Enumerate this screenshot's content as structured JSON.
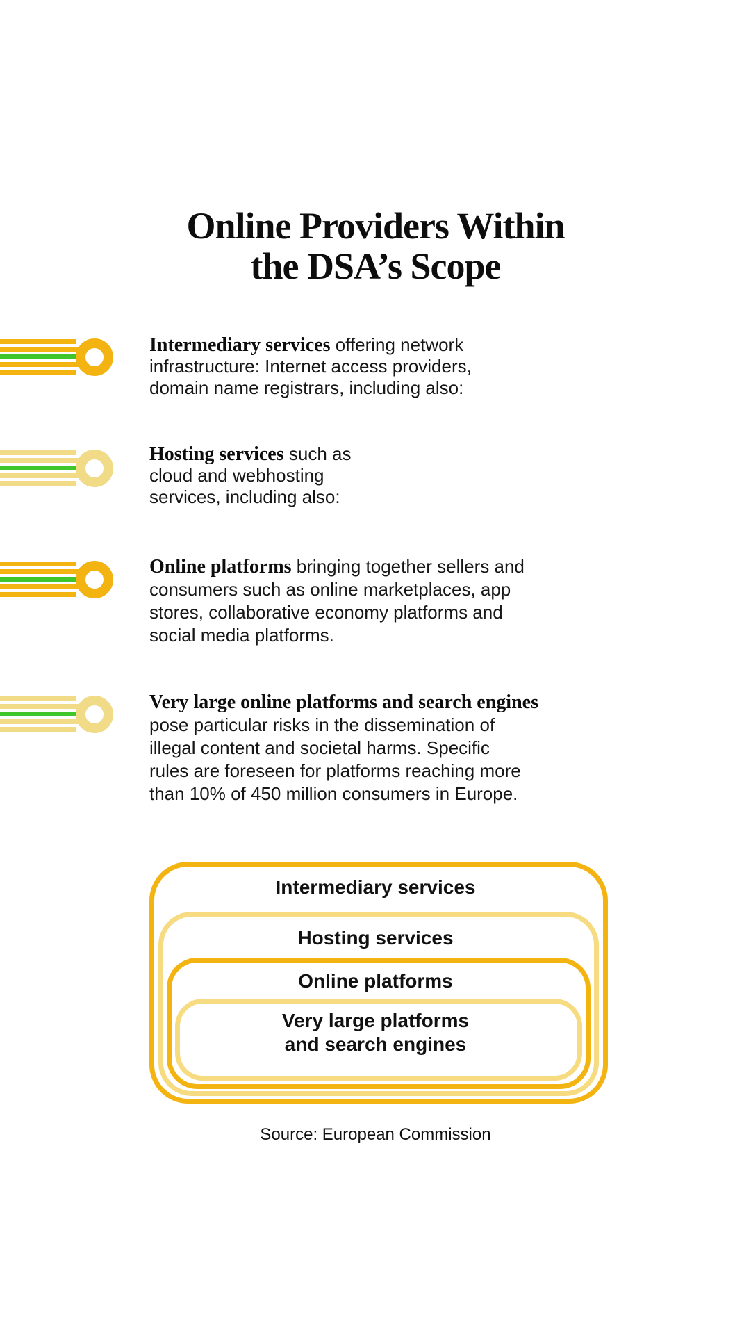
{
  "title": "Online Providers Within\nthe DSA’s Scope",
  "bullets": [
    {
      "bold": "Intermediary services",
      "rest": "offering network\ninfrastructure: Internet access providers,\ndomain name registrars, including also:",
      "theme": "gold",
      "icon": "cable-lines-ring-icon"
    },
    {
      "bold": "Hosting services",
      "rest": "such as\ncloud and webhosting\nservices, including also:",
      "theme": "pale-yellow",
      "icon": "cable-lines-ring-icon"
    },
    {
      "bold": "Online platforms",
      "rest": "bringing together sellers and\nconsumers such as online marketplaces, app\nstores, collaborative economy platforms and\nsocial media platforms.",
      "theme": "gold",
      "icon": "cable-lines-ring-icon"
    },
    {
      "bold": "Very large online platforms and search engines",
      "rest": "\npose particular risks in the dissemination of\nillegal content and societal harms. Specific\nrules are foreseen for platforms reaching more\nthan 10% of 450 million consumers in Europe.",
      "theme": "pale-yellow",
      "icon": "cable-lines-ring-icon"
    }
  ],
  "diagram": {
    "layers": [
      {
        "label": "Intermediary services",
        "color": "#F3B311"
      },
      {
        "label": "Hosting services",
        "color": "#F7DB80"
      },
      {
        "label": "Online platforms",
        "color": "#F3B311"
      },
      {
        "label": "Very large platforms\nand search engines",
        "color": "#F7DB80"
      }
    ]
  },
  "source": "Source: European Commission",
  "colors": {
    "gold": "#F3B311",
    "pale_yellow": "#F1DB87",
    "green": "#3FC62B",
    "text": "#151515",
    "background": "#FFFFFF"
  }
}
